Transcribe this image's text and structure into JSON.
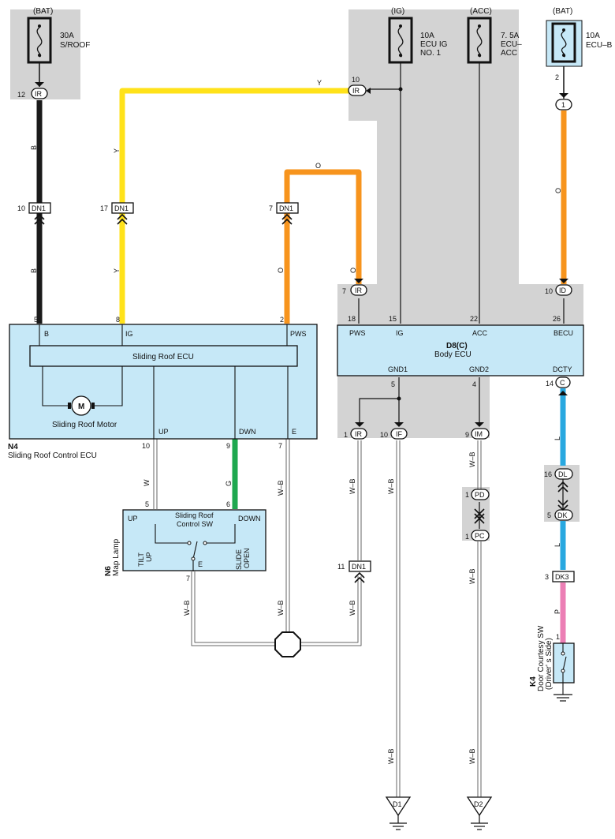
{
  "fuses": {
    "sroof": {
      "source": "(BAT)",
      "amp": "30A",
      "name": "S/ROOF"
    },
    "ecuig": {
      "source": "(IG)",
      "amp": "10A",
      "name": "ECU IG",
      "name2": "NO. 1"
    },
    "ecuacc": {
      "source": "(ACC)",
      "amp": "7. 5A",
      "name": "ECU–",
      "name2": "ACC"
    },
    "ecub": {
      "source": "(BAT)",
      "amp": "10A",
      "name": "ECU–B"
    }
  },
  "connectors": {
    "ir_top": {
      "pin": "12",
      "code": "IR"
    },
    "ir_y": {
      "pin": "10",
      "code": "IR"
    },
    "dn1_b": {
      "pin": "10",
      "code": "DN1"
    },
    "dn1_y": {
      "pin": "17",
      "code": "DN1"
    },
    "dn1_o": {
      "pin": "7",
      "code": "DN1"
    },
    "ir_o": {
      "pin": "7",
      "code": "IR"
    },
    "ecub_pin": {
      "pin": "2",
      "code": "1"
    },
    "id": {
      "pin": "10",
      "code": "ID"
    },
    "c14": {
      "pin": "14",
      "code": "C"
    },
    "ir_gnd": {
      "pin": "1",
      "code": "IR"
    },
    "if_gnd": {
      "pin": "10",
      "code": "IF"
    },
    "im_gnd": {
      "pin": "9",
      "code": "IM"
    },
    "pd": {
      "pin": "1",
      "code": "PD"
    },
    "pc": {
      "pin": "1",
      "code": "PC"
    },
    "dn1_wb": {
      "pin": "11",
      "code": "DN1"
    },
    "dl": {
      "pin": "16",
      "code": "DL"
    },
    "dk": {
      "pin": "5",
      "code": "DK"
    },
    "dk3": {
      "pin": "3",
      "code": "DK3"
    }
  },
  "wires": {
    "b": "B",
    "y": "Y",
    "o": "O",
    "wb": "W–B",
    "w": "W",
    "g": "G",
    "l": "L",
    "p": "P"
  },
  "colors": {
    "black": "#1a1a1a",
    "yellow": "#ffe21a",
    "orange": "#f7941d",
    "green": "#1fa84f",
    "blue": "#29a8e0",
    "pink": "#ec7fb5",
    "component": "#c6e8f7",
    "shade": "#d3d3d3"
  },
  "ecu_n4": {
    "code": "N4",
    "name": "Sliding Roof Control ECU",
    "inner": "Sliding Roof ECU",
    "motor_symbol": "M",
    "motor_name": "Sliding Roof Motor",
    "pin_b": "5",
    "term_b": "B",
    "pin_ig": "8",
    "term_ig": "IG",
    "pin_pws": "2",
    "term_pws": "PWS",
    "term_up": "UP",
    "term_dwn": "DWN",
    "term_e": "E",
    "pin_up": "10",
    "pin_dwn": "9",
    "pin_e": "7"
  },
  "body_ecu": {
    "code": "D8(C)",
    "name": "Body ECU",
    "pin_pws": "18",
    "term_pws": "PWS",
    "pin_ig": "15",
    "term_ig": "IG",
    "pin_acc": "22",
    "term_acc": "ACC",
    "pin_becu": "26",
    "term_becu": "BECU",
    "term_gnd1": "GND1",
    "term_gnd2": "GND2",
    "term_dcty": "DCTY",
    "pin_gnd1": "5",
    "pin_gnd2": "4"
  },
  "switch_n6": {
    "code": "N6",
    "name": "Map Lamp",
    "title1": "Sliding Roof",
    "title2": "Control SW",
    "term_up": "UP",
    "term_down": "DOWN",
    "term_e": "E",
    "pin_up": "5",
    "pin_down": "6",
    "pin_e": "7",
    "tilt1": "TILT",
    "tilt2": "UP",
    "slide1": "SLIDE",
    "slide2": "OPEN"
  },
  "door_sw": {
    "code": "K4",
    "name1": "Door Courtesy SW",
    "name2": "(Driver' s Side)",
    "pin": "1"
  },
  "grounds": {
    "d1": "D1",
    "d2": "D2"
  }
}
